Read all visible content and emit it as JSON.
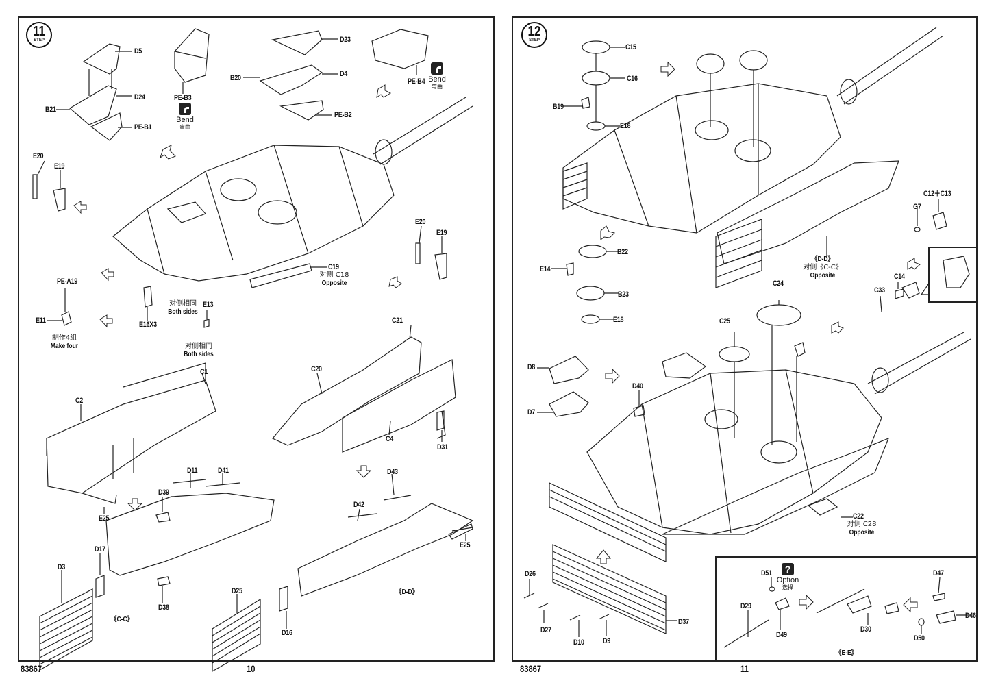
{
  "document": {
    "product_code": "83867",
    "colors": {
      "ink": "#111111",
      "paper": "#ffffff",
      "icon_fill": "#222222"
    }
  },
  "left_page": {
    "page_number": "10",
    "step": {
      "number": "11",
      "word": "STEP"
    },
    "labels": {
      "D5": "D5",
      "D24": "D24",
      "B21": "B21",
      "PE_B1": "PE-B1",
      "PE_B3": "PE-B3",
      "D23": "D23",
      "D4": "D4",
      "B20": "B20",
      "PE_B2": "PE-B2",
      "PE_B4": "PE-B4",
      "E20_a": "E20",
      "E19_a": "E19",
      "E20_b": "E20",
      "E19_b": "E19",
      "PE_A19": "PE-A19",
      "E11": "E11",
      "E16X3": "E16X3",
      "E13": "E13",
      "C19": "C19",
      "C21": "C21",
      "C20": "C20",
      "C4": "C4",
      "D31": "D31",
      "C1": "C1",
      "C2": "C2",
      "E25_a": "E25",
      "E25_b": "E25",
      "D39": "D39",
      "D11": "D11",
      "D41": "D41",
      "D42": "D42",
      "D43": "D43",
      "D17": "D17",
      "D3": "D3",
      "D38": "D38",
      "D25": "D25",
      "D16": "D16"
    },
    "bend_notes": [
      {
        "en": "Bend",
        "zh": "弯曲",
        "icon": "bend-icon"
      },
      {
        "en": "Bend",
        "zh": "弯曲",
        "icon": "bend-icon"
      }
    ],
    "notes": {
      "make_four": {
        "zh": "制作4组",
        "en": "Make four"
      },
      "both_sides_1": {
        "zh": "对侧相同",
        "en": "Both sides"
      },
      "both_sides_2": {
        "zh": "对侧相同",
        "en": "Both sides"
      },
      "c18_opposite": {
        "zh": "对侧 C18",
        "en": "Opposite"
      }
    },
    "section_labels": {
      "cc": "《C-C》",
      "dd": "《D-D》"
    }
  },
  "right_page": {
    "page_number": "11",
    "step": {
      "number": "12",
      "word": "STEP"
    },
    "labels": {
      "C15": "C15",
      "C16": "C16",
      "B19": "B19",
      "E18_a": "E18",
      "B22": "B22",
      "E14": "E14",
      "B23": "B23",
      "E18_b": "E18",
      "C12_C13": "C12＋C13",
      "G7": "G7",
      "C14": "C14",
      "C33": "C33",
      "C24": "C24",
      "C25": "C25",
      "D8": "D8",
      "D7": "D7",
      "D40": "D40",
      "C22": "C22",
      "D26": "D26",
      "D27": "D27",
      "D10": "D10",
      "D9": "D9",
      "D37": "D37",
      "D51": "D51",
      "D29": "D29",
      "D49": "D49",
      "D30": "D30",
      "D47": "D47",
      "D46": "D46",
      "D50": "D50"
    },
    "notes": {
      "dd_opposite": {
        "section": "《D-D》",
        "zh": "对侧《C-C》",
        "en": "Opposite"
      },
      "c28_opposite": {
        "zh": "对侧 C28",
        "en": "Opposite"
      }
    },
    "option": {
      "icon": "question-icon",
      "en": "Option",
      "zh": "选择",
      "glyph": "?"
    },
    "section_labels": {
      "ee": "《E-E》"
    }
  }
}
